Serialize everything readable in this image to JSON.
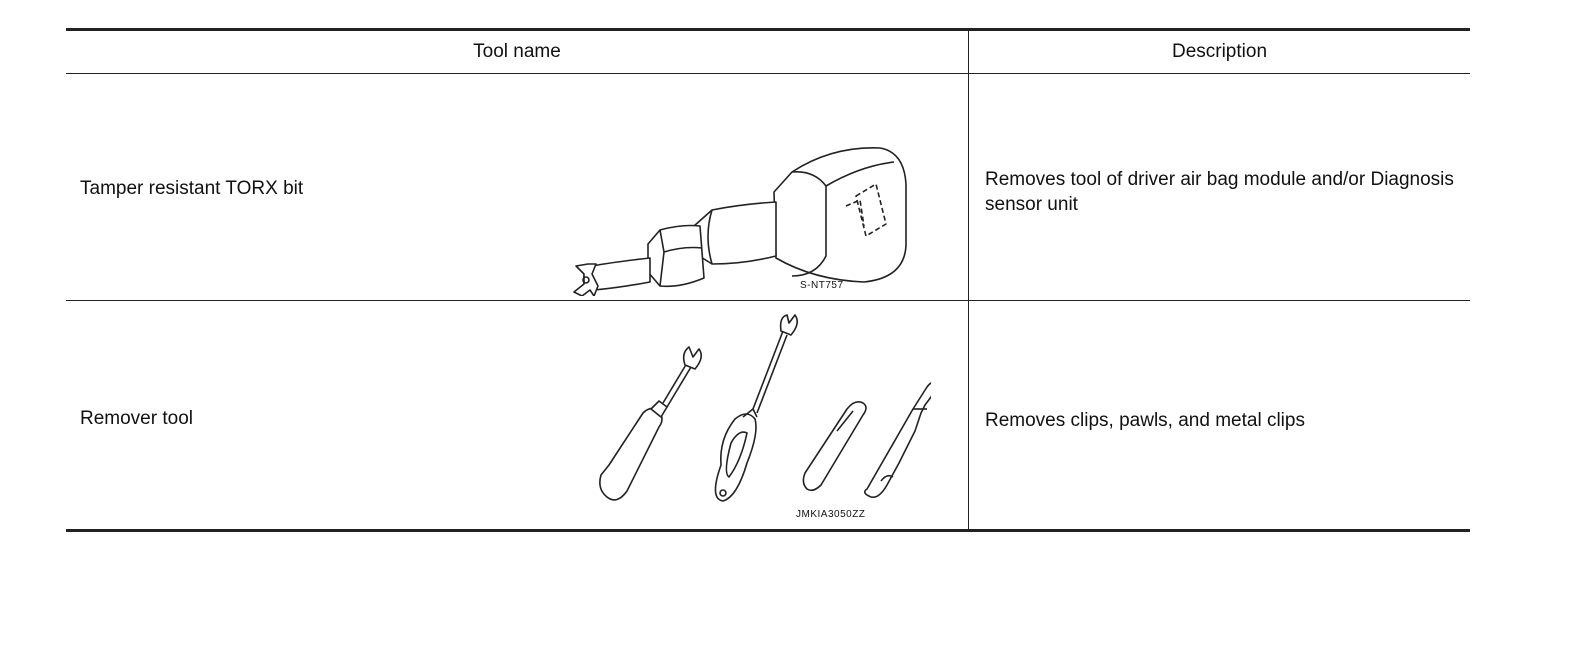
{
  "table": {
    "headers": {
      "tool_name": "Tool name",
      "description": "Description"
    },
    "rows": [
      {
        "tool_name": "Tamper resistant TORX bit",
        "description": "Removes tool of driver air bag module and/or Diagnosis sensor unit",
        "figure_code": "S-NT757",
        "figure_icon": "torx-bit-icon"
      },
      {
        "tool_name": "Remover tool",
        "description": "Removes clips, pawls, and metal clips",
        "figure_code": "JMKIA3050ZZ",
        "figure_icon": "remover-tool-icon"
      }
    ]
  }
}
